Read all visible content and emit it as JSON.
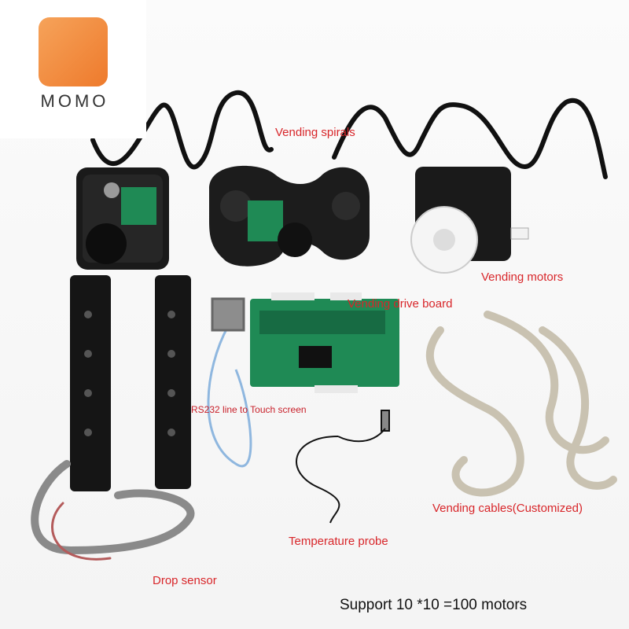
{
  "logo": {
    "text": "MOMO",
    "brand_color": "#ee7a2c",
    "icon": "momo-logo-icon"
  },
  "labels": {
    "spirals": "Vending spirals",
    "motors": "Vending motors",
    "drive_board": "Vending drive board",
    "rs232": "RS232 line to Touch screen",
    "cables": "Vending cables(Customized)",
    "probe": "Temperature probe",
    "drop_sensor": "Drop sensor"
  },
  "footer": {
    "text": "Support 10 *10 =100 motors"
  },
  "colors": {
    "label_red": "#d8262a",
    "pcb_green": "#1f8a55",
    "plastic_black": "#1a1a1a"
  }
}
